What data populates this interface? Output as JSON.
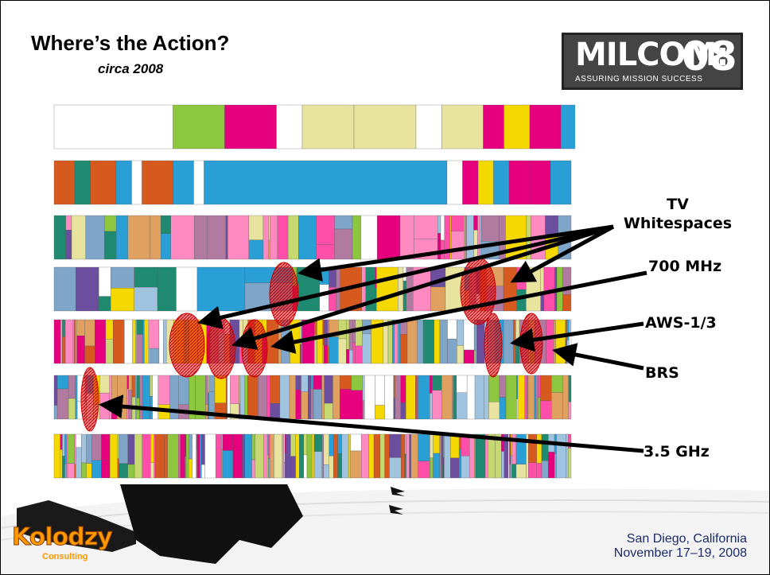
{
  "slide": {
    "title": "Where’s the Action?",
    "subtitle": "circa 2008"
  },
  "logo": {
    "name": "MILCOM:",
    "year": "08",
    "tagline": "ASSURING MISSION SUCCESS"
  },
  "annotations": {
    "tv_whitespaces": [
      "TV",
      "Whitespaces"
    ],
    "mhz700": "700 MHz",
    "aws": "AWS-1/3",
    "brs": "BRS",
    "ghz35": "3.5 GHz"
  },
  "footer": {
    "brand": "Kolodzy",
    "brand_sub": "Consulting",
    "venue_line1": "San Diego, California",
    "venue_line2": "November 17–19, 2008"
  },
  "colors": {
    "highlight_red": "#e8181e",
    "arrow_black": "#000000",
    "venue_text": "#1a2b6b",
    "brand_orange": "#ff9900"
  }
}
